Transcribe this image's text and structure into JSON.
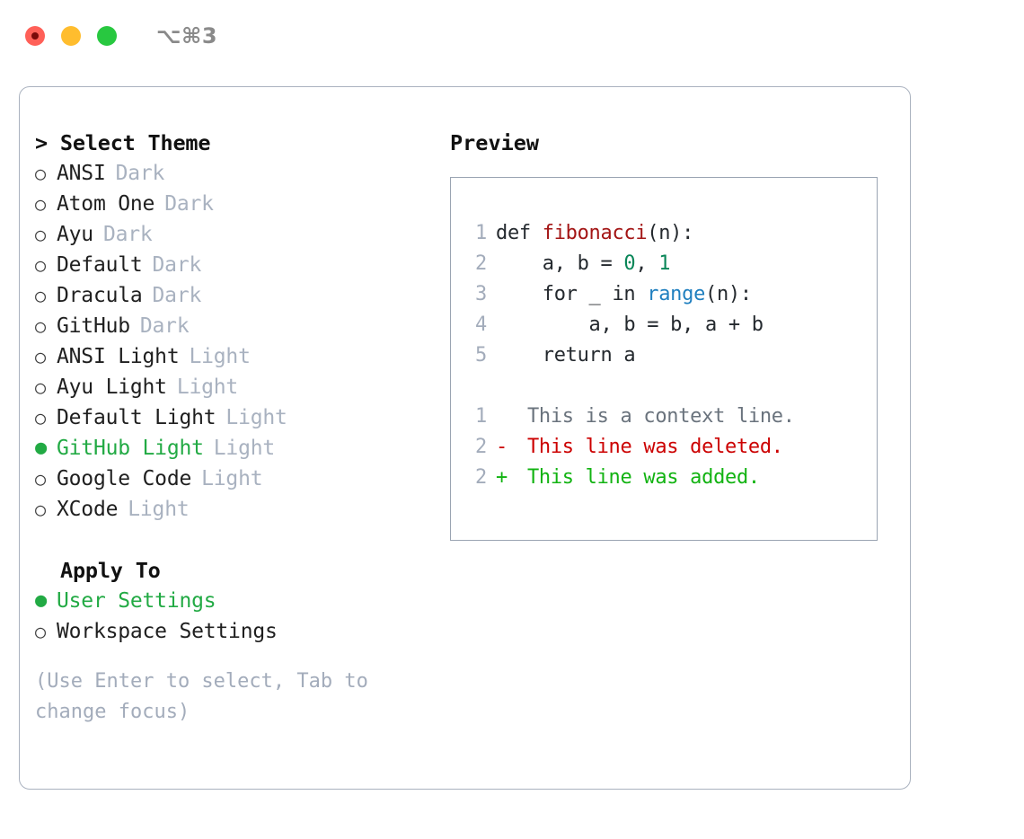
{
  "window": {
    "shortcut_label": "⌥⌘3",
    "traffic_lights": [
      {
        "name": "close",
        "color": "#ff6058"
      },
      {
        "name": "minimize",
        "color": "#ffbd2e"
      },
      {
        "name": "maximize",
        "color": "#28c840"
      }
    ]
  },
  "colors": {
    "panel_border": "#aab2bf",
    "preview_border": "#9aa4b2",
    "accent_green": "#22aa44",
    "muted": "#a9b2c0",
    "hint": "#a3acbb",
    "text": "#1f1f1f",
    "diff_add": "#12b312",
    "diff_del": "#cc0000",
    "diff_ctx": "#6a737d",
    "tok_fn": "#a31515",
    "tok_num": "#098658",
    "tok_call": "#1f7fbf"
  },
  "theme_picker": {
    "prompt": ">",
    "header": "Select Theme",
    "bullet_unselected": "○",
    "bullet_selected": "●",
    "items": [
      {
        "name": "ANSI",
        "tag": "Dark",
        "selected": false
      },
      {
        "name": "Atom One",
        "tag": "Dark",
        "selected": false
      },
      {
        "name": "Ayu",
        "tag": "Dark",
        "selected": false
      },
      {
        "name": "Default",
        "tag": "Dark",
        "selected": false
      },
      {
        "name": "Dracula",
        "tag": "Dark",
        "selected": false
      },
      {
        "name": "GitHub",
        "tag": "Dark",
        "selected": false
      },
      {
        "name": "ANSI Light",
        "tag": "Light",
        "selected": false
      },
      {
        "name": "Ayu Light",
        "tag": "Light",
        "selected": false
      },
      {
        "name": "Default Light",
        "tag": "Light",
        "selected": false
      },
      {
        "name": "GitHub Light",
        "tag": "Light",
        "selected": true
      },
      {
        "name": "Google Code",
        "tag": "Light",
        "selected": false
      },
      {
        "name": "XCode",
        "tag": "Light",
        "selected": false
      }
    ]
  },
  "apply_to": {
    "header": "Apply To",
    "items": [
      {
        "name": "User Settings",
        "selected": true
      },
      {
        "name": "Workspace Settings",
        "selected": false
      }
    ]
  },
  "hint": "(Use Enter to select, Tab to change focus)",
  "preview": {
    "header": "Preview",
    "code_lines": [
      {
        "no": "1",
        "segments": [
          {
            "text": "def ",
            "kind": "plain"
          },
          {
            "text": "fibonacci",
            "kind": "fn"
          },
          {
            "text": "(n):",
            "kind": "plain"
          }
        ]
      },
      {
        "no": "2",
        "segments": [
          {
            "text": "    a, b = ",
            "kind": "plain"
          },
          {
            "text": "0",
            "kind": "num"
          },
          {
            "text": ", ",
            "kind": "plain"
          },
          {
            "text": "1",
            "kind": "num"
          }
        ]
      },
      {
        "no": "3",
        "segments": [
          {
            "text": "    for _ in ",
            "kind": "plain"
          },
          {
            "text": "range",
            "kind": "call"
          },
          {
            "text": "(n):",
            "kind": "plain"
          }
        ]
      },
      {
        "no": "4",
        "segments": [
          {
            "text": "        a, b = b, a + b",
            "kind": "plain"
          }
        ]
      },
      {
        "no": "5",
        "segments": [
          {
            "text": "    return a",
            "kind": "plain"
          }
        ]
      }
    ],
    "diff_lines": [
      {
        "no": "1",
        "mark": " ",
        "text": " This is a context line.",
        "kind": "ctx"
      },
      {
        "no": "2",
        "mark": "-",
        "text": " This line was deleted.",
        "kind": "del"
      },
      {
        "no": "2",
        "mark": "+",
        "text": " This line was added.",
        "kind": "add"
      }
    ]
  }
}
